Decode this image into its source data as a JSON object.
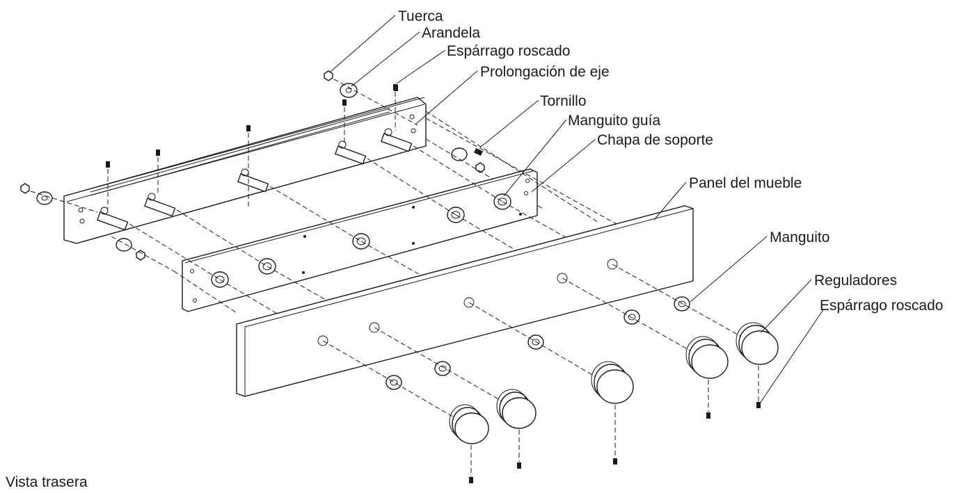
{
  "labels": {
    "tuerca": "Tuerca",
    "arandela": "Arandela",
    "esparrago_top": "Espárrago roscado",
    "prolongacion": "Prolongación de eje",
    "tornillo": "Tornillo",
    "manguito_guia": "Manguito guía",
    "chapa": "Chapa de soporte",
    "panel": "Panel del mueble",
    "manguito": "Manguito",
    "reguladores": "Reguladores",
    "esparrago_right": "Espárrago roscado"
  },
  "view_caption": "Vista trasera"
}
